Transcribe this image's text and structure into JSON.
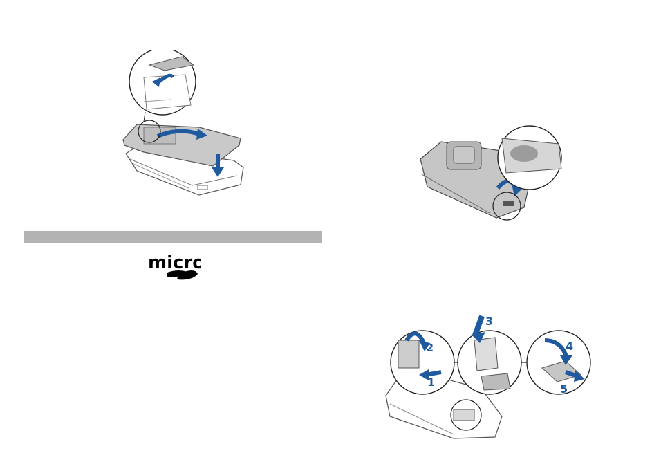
{
  "page": {
    "logo": {
      "name": "microSD",
      "text": "micro"
    },
    "figures": [
      {
        "id": "back-cover-close",
        "icon": "phone-back-cover-replace-illustration"
      },
      {
        "id": "back-cover-open",
        "icon": "phone-back-cover-remove-illustration"
      },
      {
        "id": "memory-card-insert",
        "icon": "memory-card-insert-illustration",
        "steps": [
          "1",
          "2",
          "3",
          "4",
          "5"
        ]
      }
    ]
  },
  "colors": {
    "accent": "#1f5a9e",
    "section_bar": "#b3b3b3",
    "rule": "#000000"
  }
}
